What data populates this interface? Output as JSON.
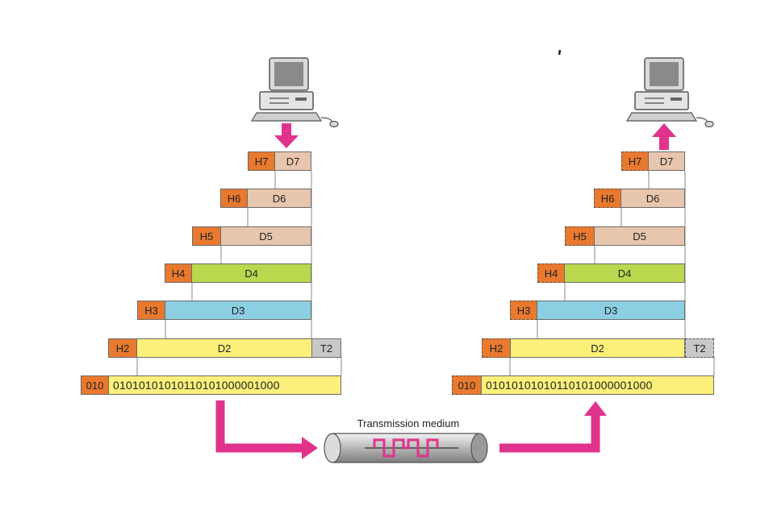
{
  "colors": {
    "header": "#e8792e",
    "trailer": "#c8c8c8",
    "data_upper": "#e7c6ad",
    "data_4": "#b9d84e",
    "data_3": "#8ccfe3",
    "data_2": "#fbf07a",
    "bits": "#fbf07a",
    "arrow": "#e0338c"
  },
  "transmission_label": "Transmission medium",
  "sender": {
    "layers": [
      {
        "layer": 7,
        "header": "H7",
        "data": "D7"
      },
      {
        "layer": 6,
        "header": "H6",
        "data": "D6"
      },
      {
        "layer": 5,
        "header": "H5",
        "data": "D5"
      },
      {
        "layer": 4,
        "header": "H4",
        "data": "D4"
      },
      {
        "layer": 3,
        "header": "H3",
        "data": "D3"
      },
      {
        "layer": 2,
        "header": "H2",
        "data": "D2",
        "trailer": "T2"
      }
    ],
    "bits_header": "010",
    "bits": "01010101010110101000001000"
  },
  "receiver": {
    "layers": [
      {
        "layer": 7,
        "header": "H7",
        "data": "D7"
      },
      {
        "layer": 6,
        "header": "H6",
        "data": "D6"
      },
      {
        "layer": 5,
        "header": "H5",
        "data": "D5"
      },
      {
        "layer": 4,
        "header": "H4",
        "data": "D4"
      },
      {
        "layer": 3,
        "header": "H3",
        "data": "D3"
      },
      {
        "layer": 2,
        "header": "H2",
        "data": "D2",
        "trailer": "T2"
      }
    ],
    "bits_header": "010",
    "bits": "01010101010110101000001000"
  }
}
